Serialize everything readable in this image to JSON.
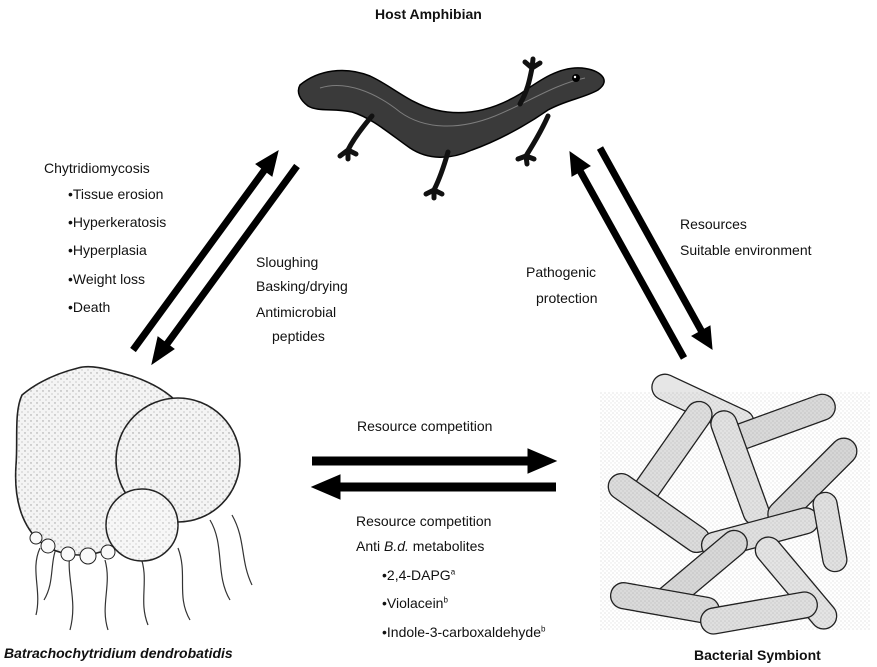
{
  "nodes": {
    "host": "Host Amphibian",
    "pathogen": "Batrachochytridium dendrobatidis",
    "symbiont": "Bacterial Symbiont"
  },
  "pathogen_to_host": {
    "title": "Chytridiomycosis",
    "items": [
      "•Tissue erosion",
      "•Hyperkeratosis",
      "•Hyperplasia",
      "•Weight loss",
      "•Death"
    ]
  },
  "host_to_pathogen": {
    "lines": [
      "Sloughing",
      "Basking/drying",
      "Antimicrobial",
      "peptides"
    ]
  },
  "symbiont_to_host": {
    "lines": [
      "Pathogenic",
      "protection"
    ]
  },
  "host_to_symbiont": {
    "lines": [
      "Resources",
      "Suitable environment"
    ]
  },
  "pathogen_to_symbiont": {
    "label": "Resource competition"
  },
  "symbiont_to_pathogen": {
    "line1": "Resource competition",
    "anti_prefix": "Anti ",
    "anti_italic": "B.d.",
    "anti_suffix": " metabolites",
    "metabolites": [
      {
        "name": "•2,4-DAPG",
        "sup": "a"
      },
      {
        "name": "•Violacein",
        "sup": "b"
      },
      {
        "name": "•Indole-3-carboxaldehyde",
        "sup": "b"
      }
    ]
  }
}
